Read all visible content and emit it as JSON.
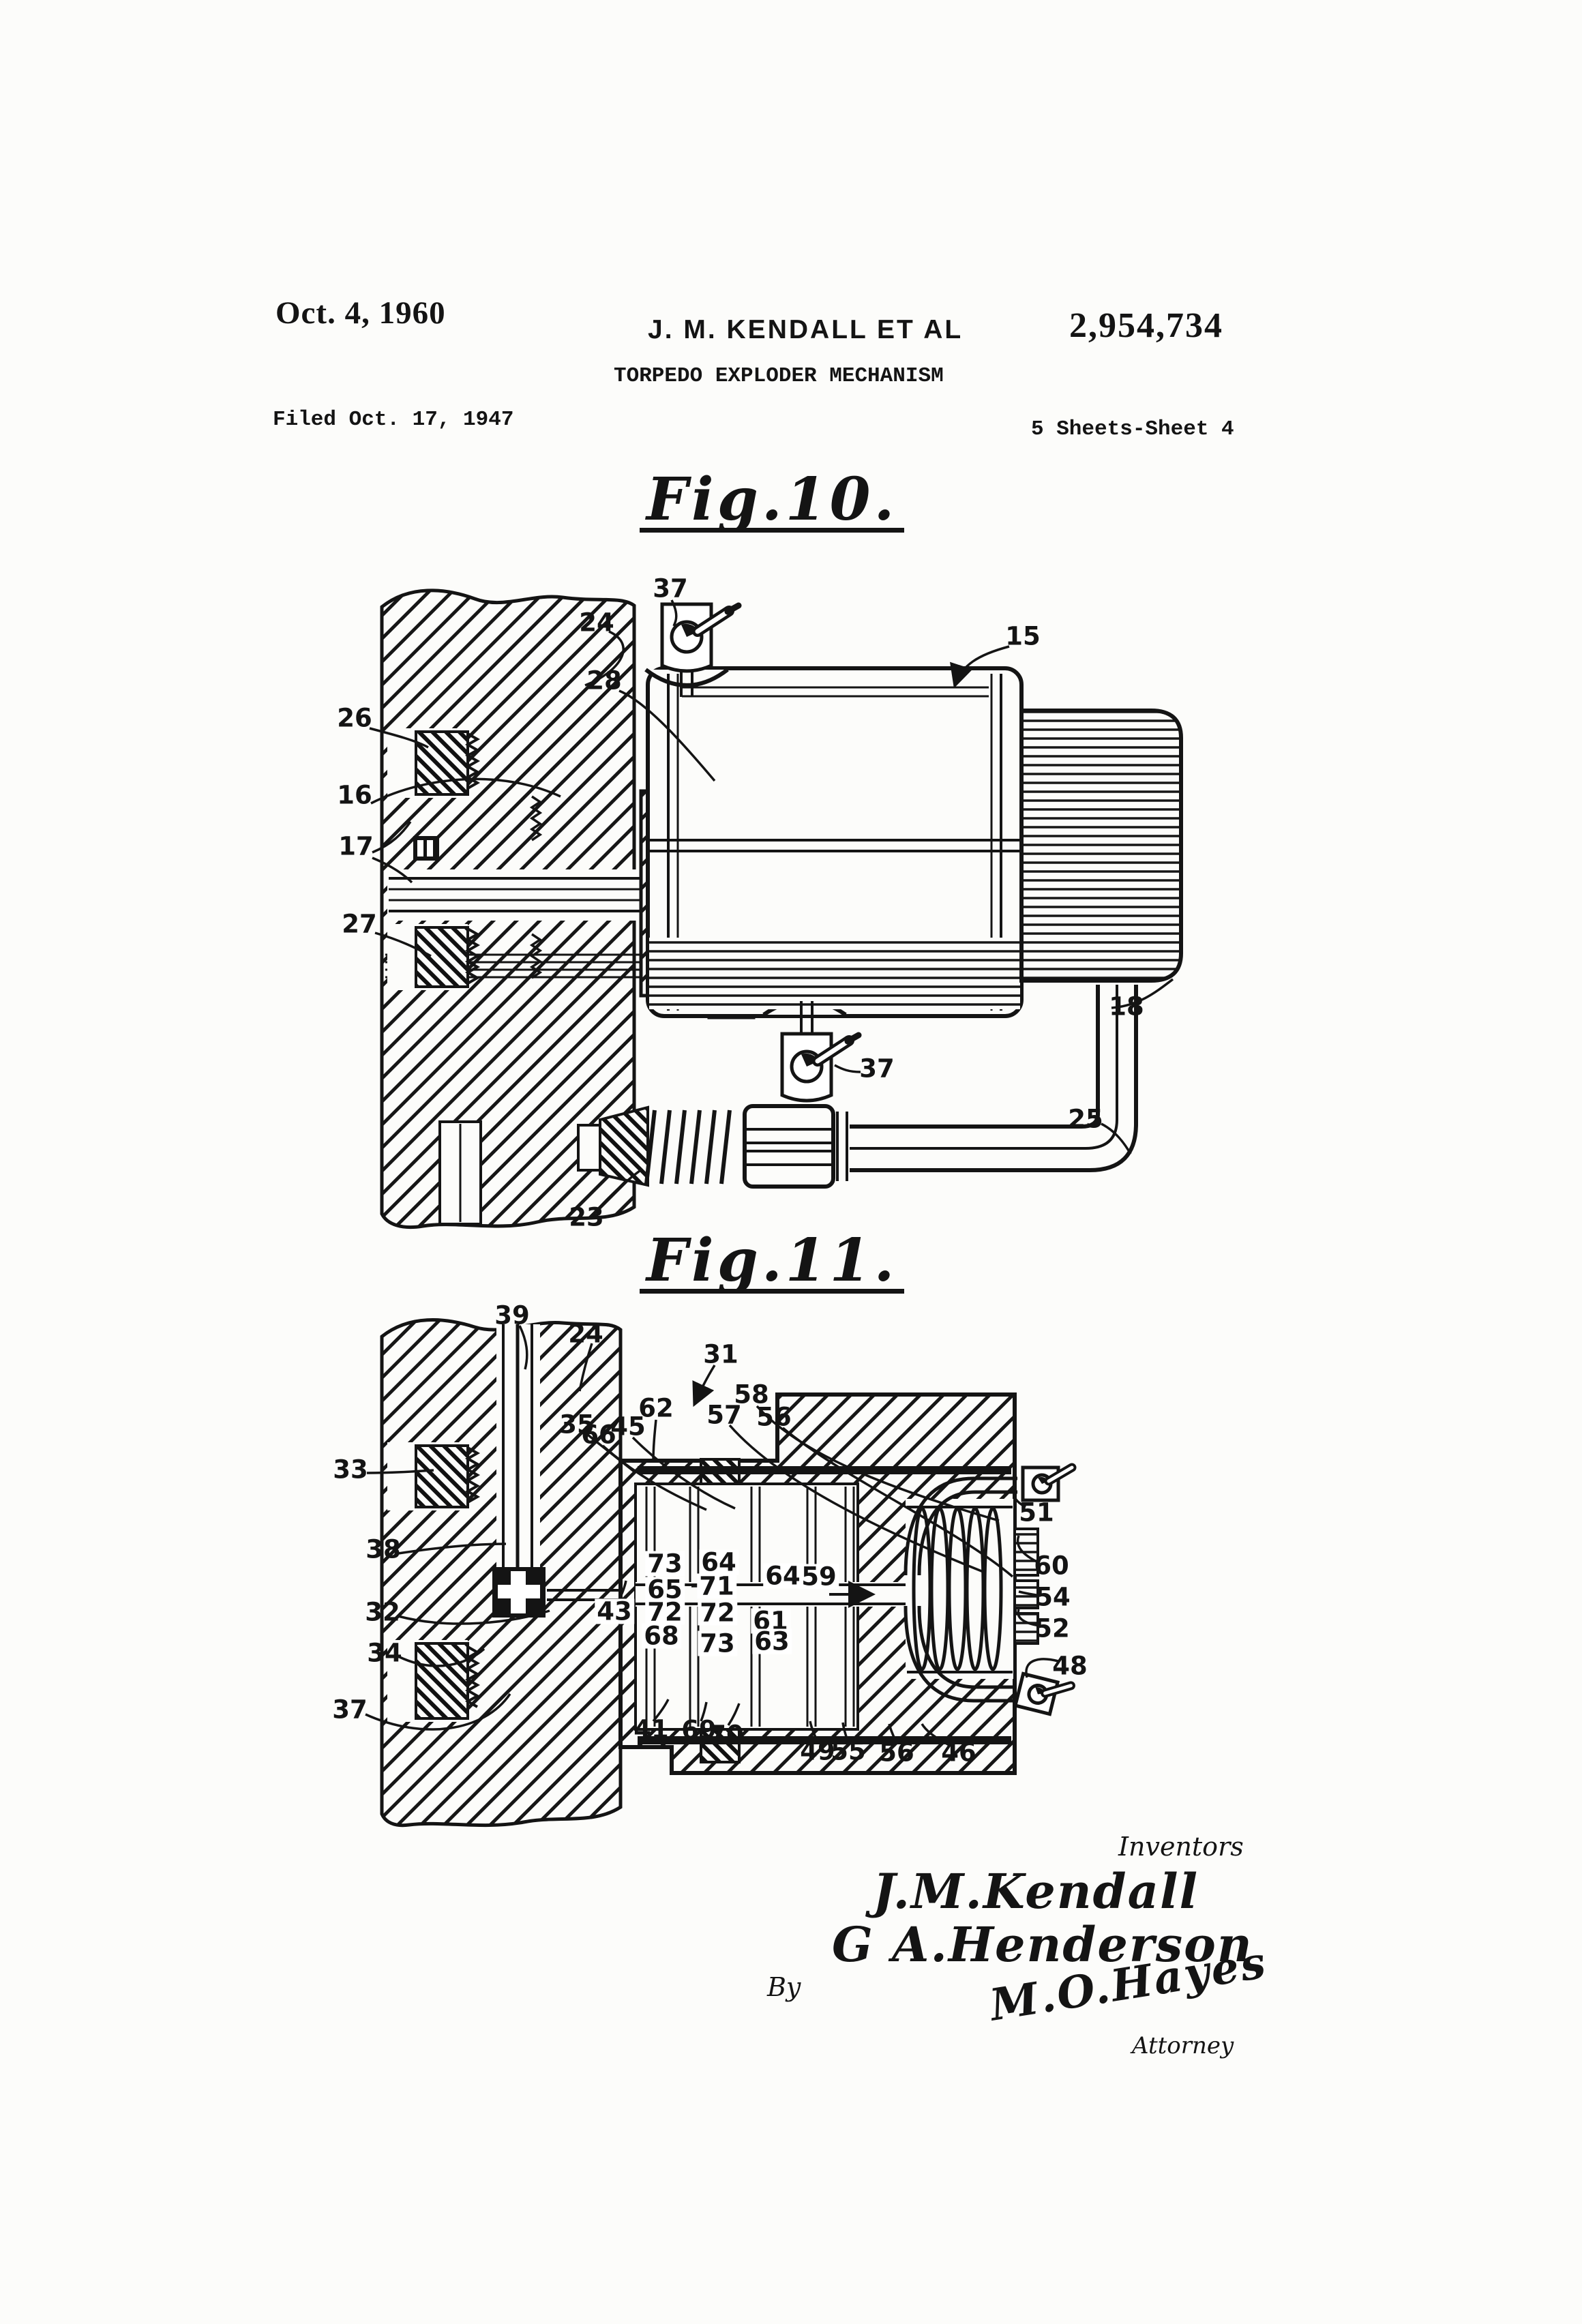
{
  "header": {
    "date": "Oct. 4, 1960",
    "inventors": "J. M. KENDALL ET AL",
    "patent_number": "2,954,734",
    "title": "TORPEDO EXPLODER MECHANISM",
    "filed": "Filed Oct. 17, 1947",
    "sheet": "5 Sheets-Sheet 4"
  },
  "fig10": {
    "label": "Fig.10.",
    "numerals": {
      "n24": "24",
      "n37a": "37",
      "n15": "15",
      "n28": "28",
      "n26": "26",
      "n16": "16",
      "n17": "17",
      "n27": "27",
      "n18": "18",
      "n37b": "37",
      "n25": "25",
      "n23": "23"
    }
  },
  "fig11": {
    "label": "Fig.11.",
    "numerals": {
      "n39": "39",
      "n24": "24",
      "n31": "31",
      "n62": "62",
      "n58": "58",
      "n57": "57",
      "n56a": "56",
      "n35": "35",
      "n66": "66",
      "n45": "45",
      "n33": "33",
      "n38": "38",
      "n32": "32",
      "n34": "34",
      "n37": "37",
      "n43": "43",
      "n73a": "73",
      "n65": "65",
      "n72a": "72",
      "n68": "68",
      "n64a": "64",
      "n71": "71",
      "n72b": "72",
      "n73b": "73",
      "n64b": "64",
      "n59": "59",
      "n61": "61",
      "n63": "63",
      "n41": "41",
      "n69": "69",
      "n70": "70",
      "n49": "49",
      "n55": "55",
      "n56b": "56",
      "n46": "46",
      "n51": "51",
      "n60": "60",
      "n54": "54",
      "n52": "52",
      "n48": "48"
    }
  },
  "signatures": {
    "inventors_label": "Inventors",
    "inventor1": "J.M.Kendall",
    "inventor2": "G A.Henderson",
    "by_label": "By",
    "attorney_signature": "M.O.Hayes",
    "attorney_label": "Attorney"
  }
}
